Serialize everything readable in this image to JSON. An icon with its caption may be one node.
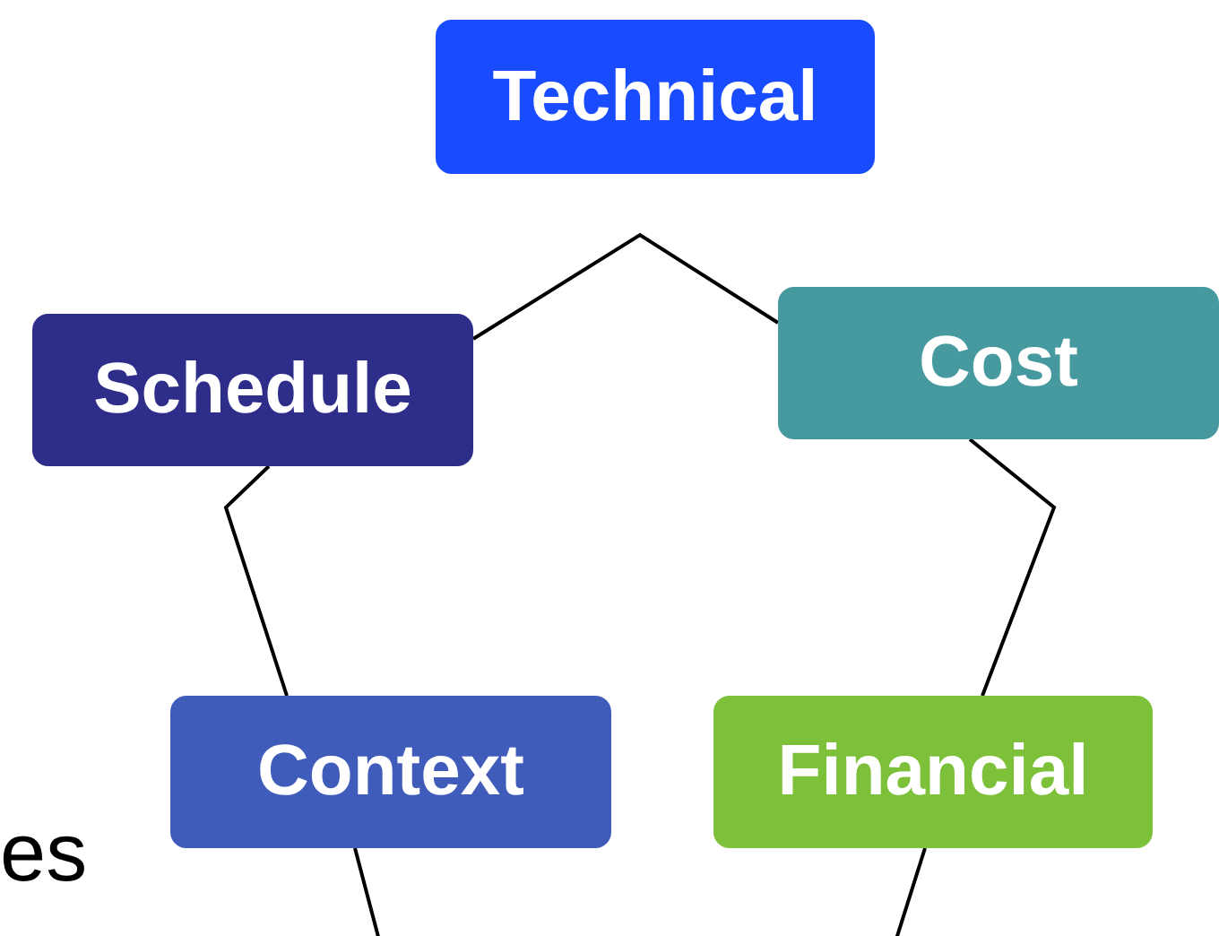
{
  "diagram": {
    "nodes": [
      {
        "text": [
          "Technical"
        ]
      },
      {
        "text": [
          "Schedule"
        ]
      },
      {
        "text": [
          "Cost"
        ]
      },
      {
        "text": [
          "Context"
        ]
      },
      {
        "text": [
          "Financial"
        ]
      }
    ],
    "edges": [
      {
        "from": 1,
        "to": 2,
        "arrow": "none"
      },
      {
        "from": 2,
        "to": 4,
        "arrow": "none"
      },
      {
        "from": 4,
        "to": 3,
        "arrow": "none"
      },
      {
        "from": 3,
        "to": 1,
        "arrow": "none"
      }
    ],
    "labels": [
      "es"
    ]
  }
}
